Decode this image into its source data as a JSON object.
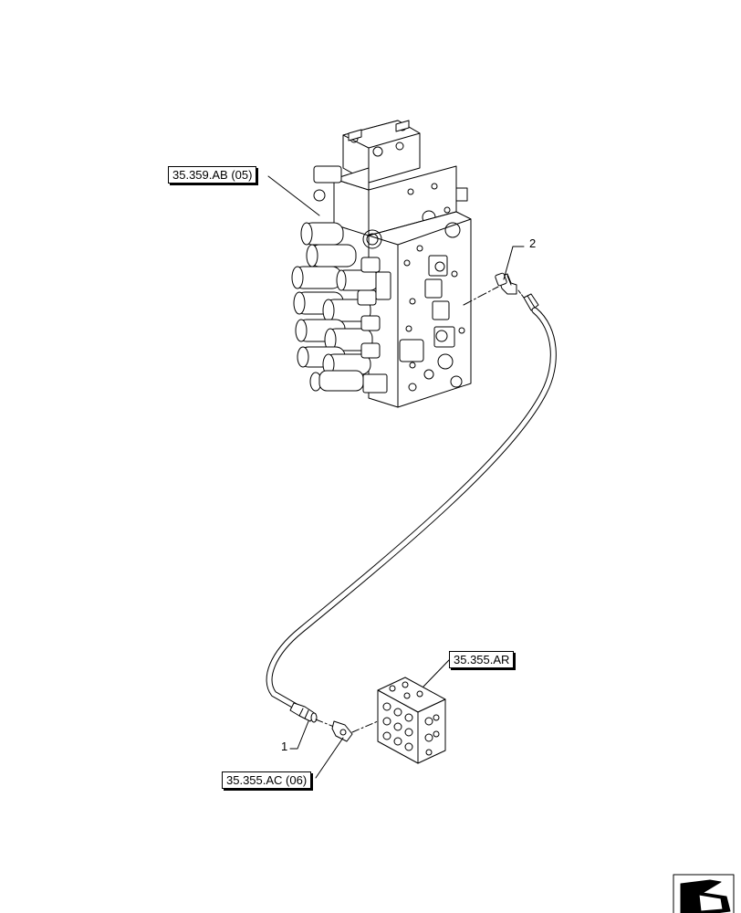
{
  "references": {
    "control_valve": "35.359.AB (05)",
    "manifold_block": "35.355.AR",
    "fitting": "35.355.AC (06)"
  },
  "callouts": {
    "item_1": "1",
    "item_2": "2"
  },
  "icons": {
    "navigation": "previous-page-arrow-icon"
  },
  "colors": {
    "line": "#000000",
    "background": "#ffffff"
  }
}
